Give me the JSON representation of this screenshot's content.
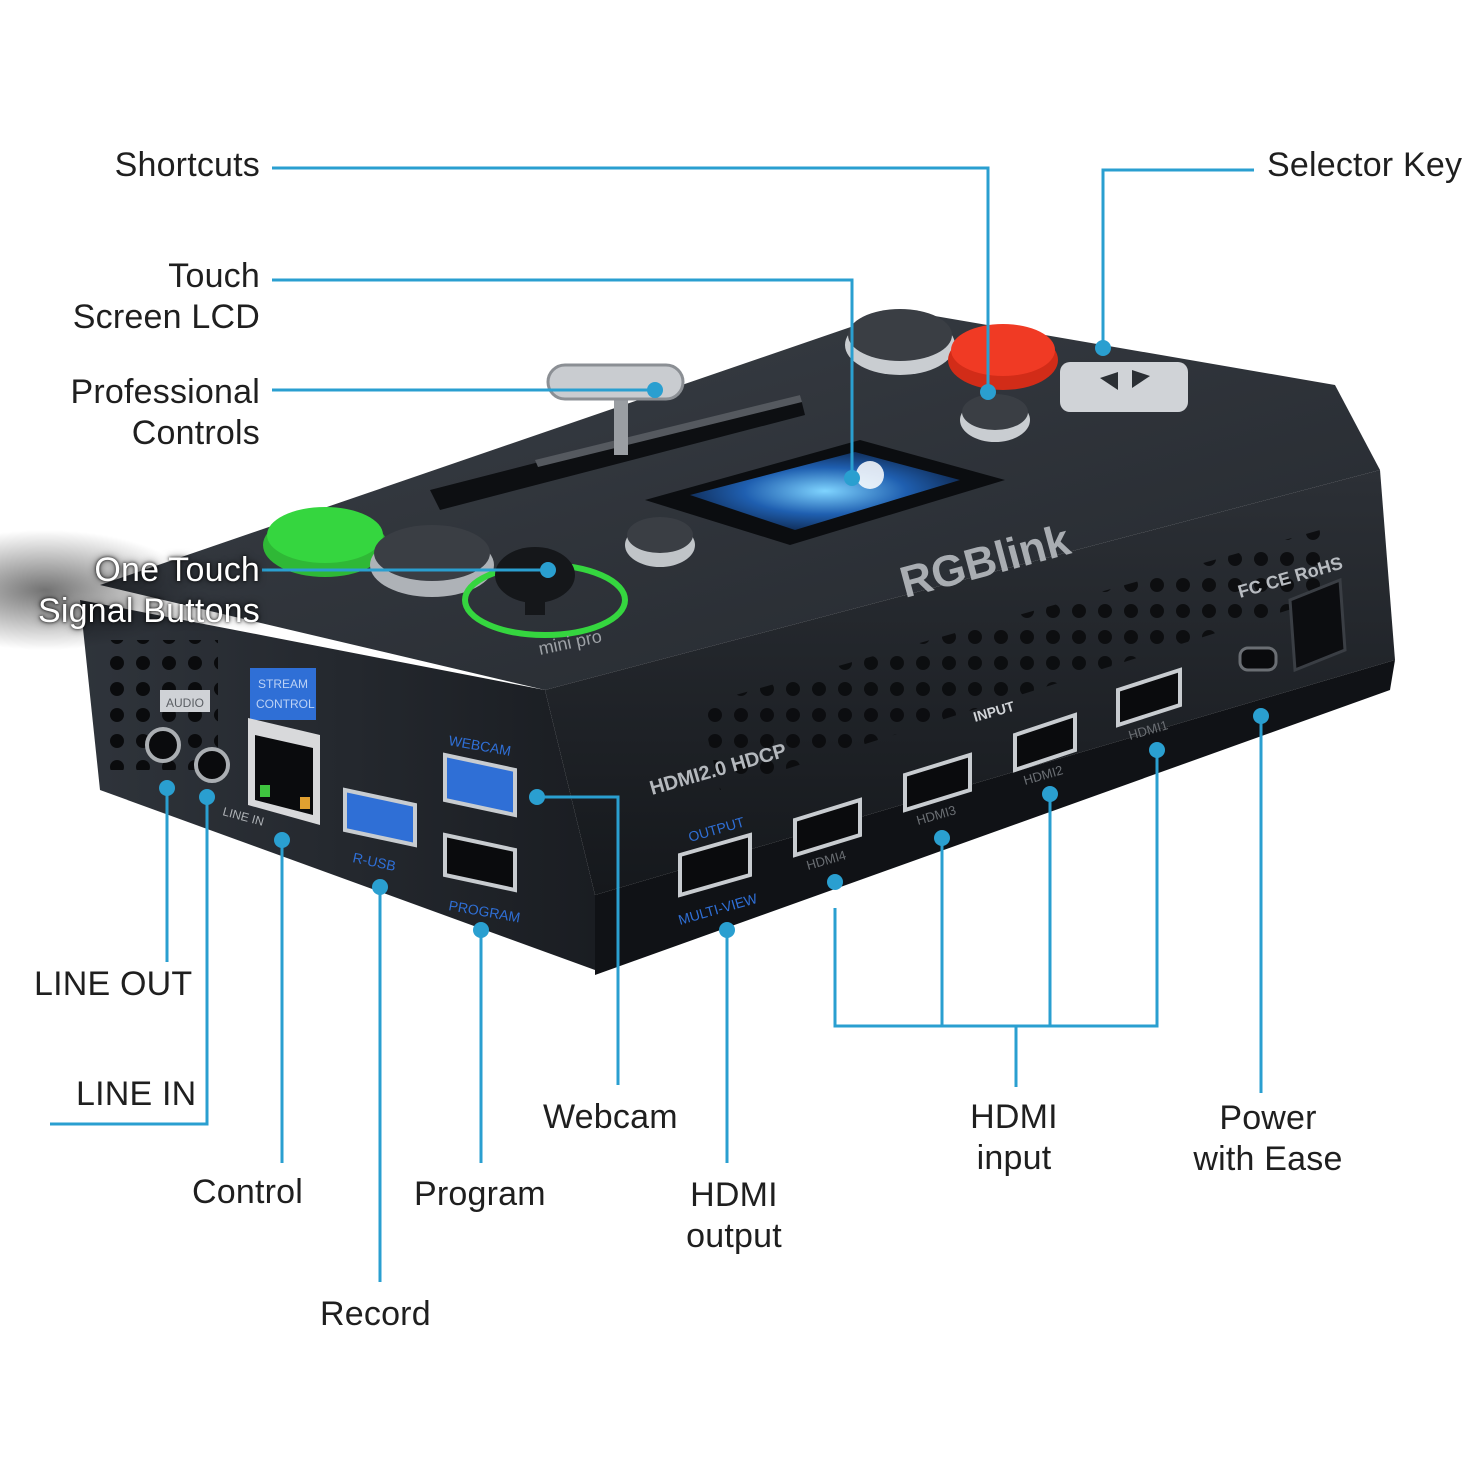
{
  "brand": {
    "logo_text": "RGBlink",
    "model_text": "mini pro",
    "cert_marks": "FC CE RoHS"
  },
  "callouts": {
    "shortcuts": [
      "Shortcuts"
    ],
    "touch_lcd": [
      "Touch",
      "Screen LCD"
    ],
    "pro_controls": [
      "Professional",
      "Controls"
    ],
    "one_touch": [
      "One Touch",
      "Signal Buttons"
    ],
    "selector_key": [
      "Selector Key"
    ],
    "line_out": [
      "LINE OUT"
    ],
    "line_in": [
      "LINE IN"
    ],
    "control": [
      "Control"
    ],
    "record": [
      "Record"
    ],
    "program": [
      "Program"
    ],
    "webcam": [
      "Webcam"
    ],
    "hdmi_output": [
      "HDMI",
      "output"
    ],
    "hdmi_input": [
      "HDMI",
      "input"
    ],
    "power": [
      "Power",
      "with Ease"
    ]
  },
  "device_text": {
    "audio": "AUDIO",
    "line_in": "LINE IN",
    "stream_control": [
      "STREAM",
      "CONTROL"
    ],
    "usb": "R-USB",
    "webcam": "WEBCAM",
    "program": "PROGRAM",
    "hdmi_spec": "HDMI2.0 HDCP",
    "output": "OUTPUT",
    "multi_view": "MULTI-VIEW",
    "input": "INPUT",
    "hdmi_ports": [
      "HDMI1",
      "HDMI2",
      "HDMI3",
      "HDMI4"
    ]
  },
  "colors": {
    "callout_line": "#2a9fd0",
    "device_body": "#1c1f24",
    "accent_green": "#35d63f",
    "accent_red": "#f03a24",
    "label_blue": "#2f6fd6"
  }
}
